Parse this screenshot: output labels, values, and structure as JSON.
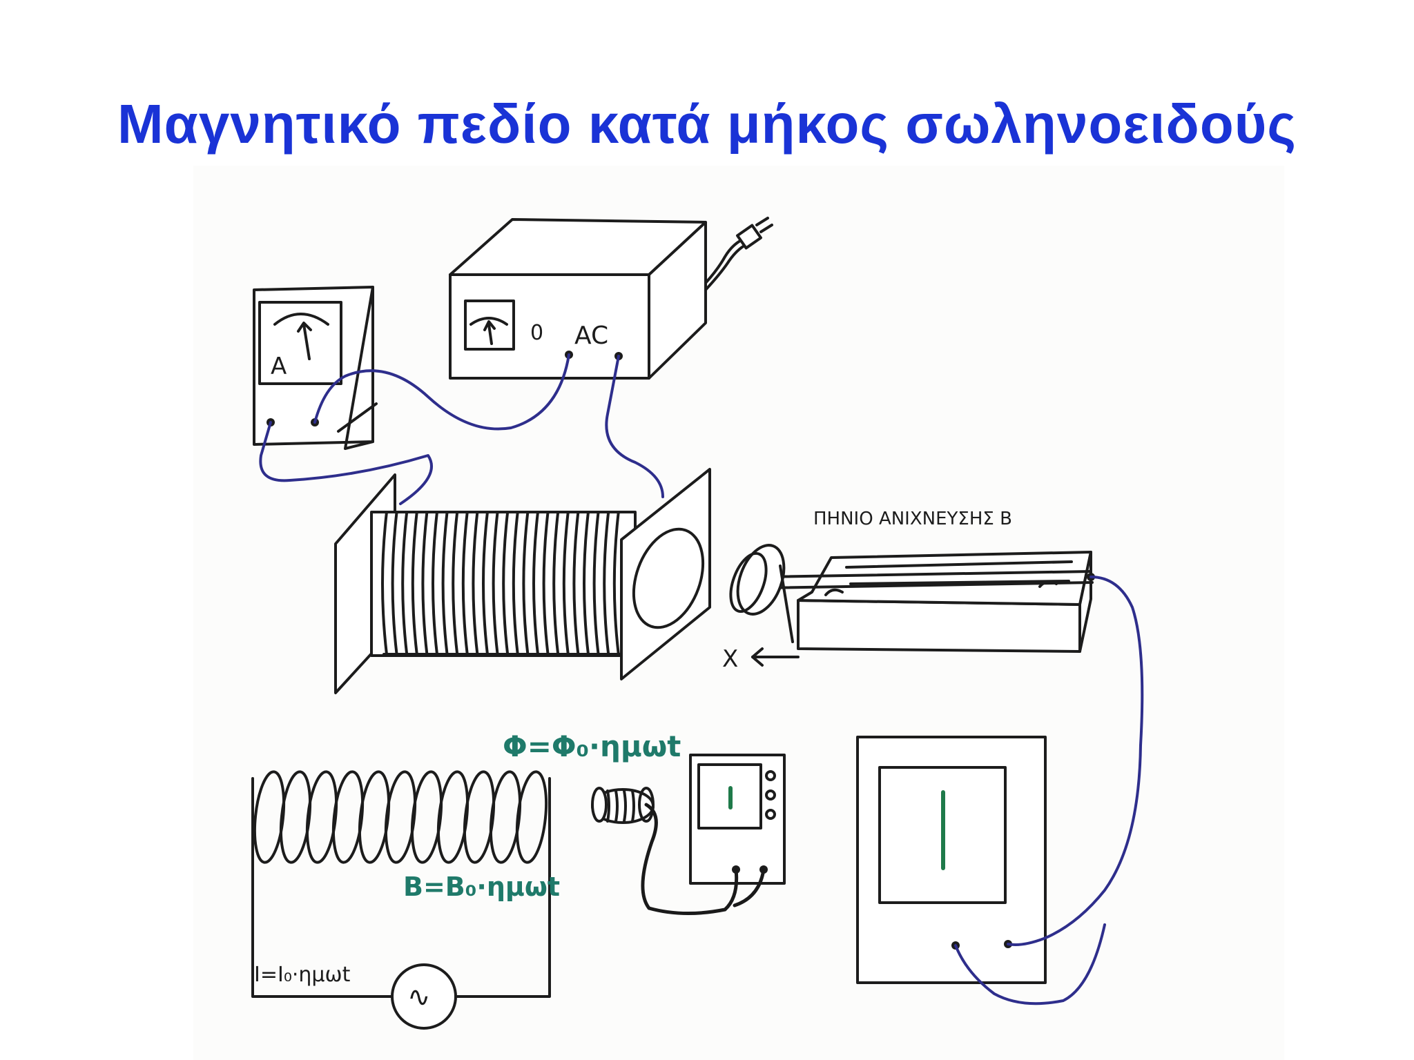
{
  "title": "Μαγνητικό πεδίο κατά μήκος σωληνοειδούς",
  "labels": {
    "ammeter": "A",
    "power_supply_dc": "0",
    "power_supply_ac": "AC",
    "detection_coil": "ΠΗΝΙΟ ΑΝΙΧΝΕΥΣΗΣ B",
    "axis_x": "X",
    "flux_equation": "Φ=Φ₀·ημωt",
    "field_equation": "B=B₀·ημωt",
    "current_equation": "I=I₀·ημωt",
    "ac_source_symbol": "∿"
  },
  "colors": {
    "title": "#1a33d6",
    "ink": "#1c1c1c",
    "wire": "#2e2e8c",
    "equations": "#1f7a6a",
    "trace": "#1f7a4a"
  }
}
